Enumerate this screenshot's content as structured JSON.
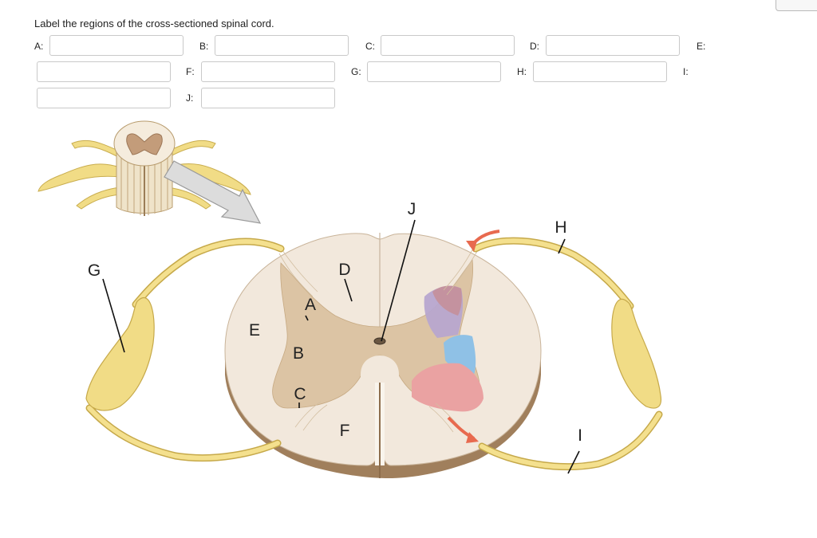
{
  "prompt": "Label the regions of the cross-sectioned spinal cord.",
  "fields": {
    "A": {
      "label": "A:",
      "value": ""
    },
    "B": {
      "label": "B:",
      "value": ""
    },
    "C": {
      "label": "C:",
      "value": ""
    },
    "D": {
      "label": "D:",
      "value": ""
    },
    "E": {
      "label": "E:",
      "value": ""
    },
    "F": {
      "label": "F:",
      "value": ""
    },
    "G": {
      "label": "G:",
      "value": ""
    },
    "H": {
      "label": "H:",
      "value": ""
    },
    "I": {
      "label": "I:",
      "value": ""
    },
    "J": {
      "label": "J:",
      "value": ""
    }
  },
  "diagram": {
    "labels": {
      "A": "A",
      "B": "B",
      "C": "C",
      "D": "D",
      "E": "E",
      "F": "F",
      "G": "G",
      "H": "H",
      "I": "I",
      "J": "J"
    },
    "colors": {
      "white_matter": "#f2e8dc",
      "gray_matter": "#dcc4a4",
      "edge": "#a07f5c",
      "nerve": "#f1dc86",
      "dorsal_purple": "#b7a6cf",
      "dorsal_red": "#c4909c",
      "lateral_blue": "#8fc1e6",
      "ventral_pink": "#eaa2a2",
      "arrow_red": "#e86a4f",
      "arrow_gray": "#d9d9d9"
    }
  }
}
